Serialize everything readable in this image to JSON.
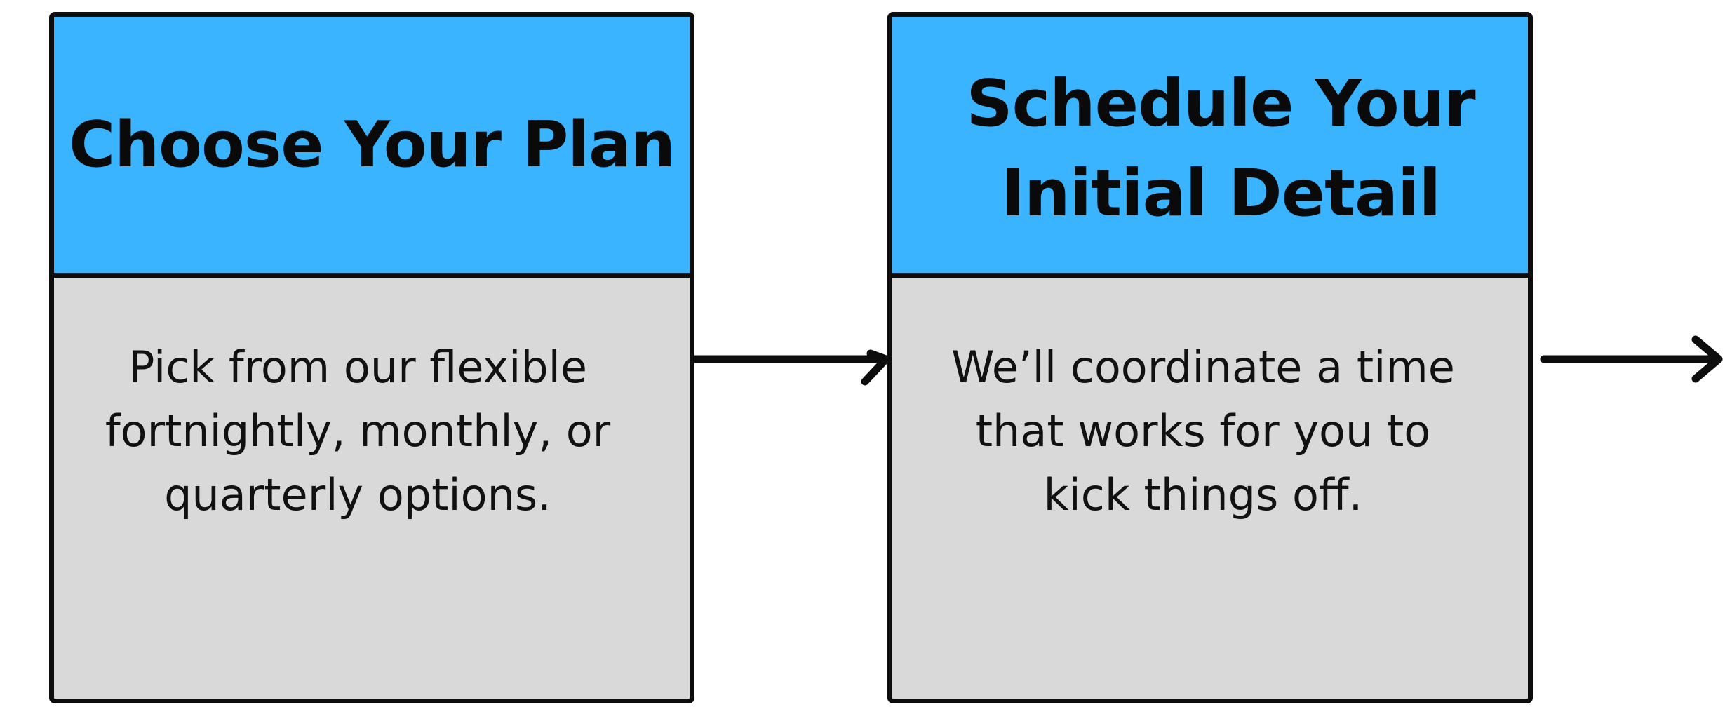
{
  "steps": [
    {
      "title": "Choose Your Plan",
      "description": "Pick from our flexible\nfortnightly, monthly, or\nquarterly options."
    },
    {
      "title": "Schedule Your\nInitial Detail",
      "description": "We’ll coordinate a time\nthat works for you to\nkick things off."
    }
  ],
  "colors": {
    "header_background": "#3bb4ff",
    "body_background": "#d9d9d9",
    "outline": "#0d0d0d"
  },
  "icons": [
    "arrow-right-icon",
    "arrow-right-icon"
  ]
}
